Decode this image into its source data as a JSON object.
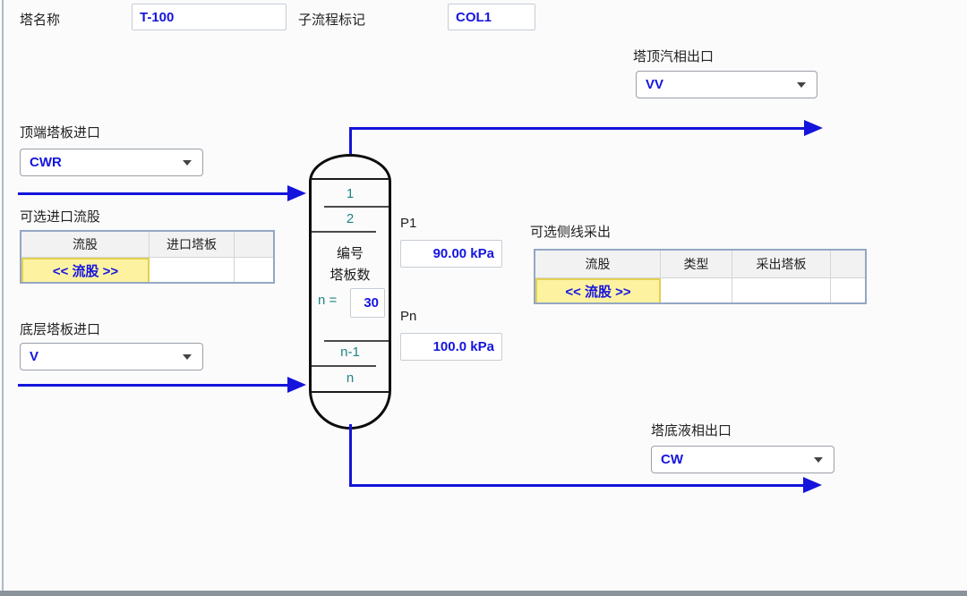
{
  "header": {
    "name_label": "塔名称",
    "name_value": "T-100",
    "flowsheet_label": "子流程标记",
    "flowsheet_value": "COL1"
  },
  "top_outlet": {
    "label": "塔顶汽相出口",
    "value": "VV"
  },
  "top_inlet": {
    "label": "顶端塔板进口",
    "value": "CWR"
  },
  "bottom_inlet": {
    "label": "底层塔板进口",
    "value": "V"
  },
  "bottom_outlet": {
    "label": "塔底液相出口",
    "value": "CW"
  },
  "feed_table": {
    "label": "可选进口流股",
    "headers": [
      "流股",
      "进口塔板",
      ""
    ],
    "row": {
      "stream": "<< 流股 >>",
      "tray": "",
      "extra": ""
    }
  },
  "side_draw_table": {
    "label": "可选侧线采出",
    "headers": [
      "流股",
      "类型",
      "采出塔板",
      ""
    ],
    "row": {
      "stream": "<< 流股 >>",
      "type": "",
      "tray": "",
      "extra": ""
    }
  },
  "column": {
    "tray_top_1": "1",
    "tray_top_2": "2",
    "numbering_line1": "编号",
    "numbering_line2": "塔板数",
    "n_label": "n =",
    "n_value": "30",
    "tray_bottom_1": "n-1",
    "tray_bottom_2": "n"
  },
  "pressures": {
    "p1_label": "P1",
    "p1_value": "90.00 kPa",
    "pn_label": "Pn",
    "pn_value": "100.0 kPa"
  },
  "colors": {
    "stream_blue": "#1414dc",
    "value_blue": "#1414e0",
    "tray_teal": "#218383",
    "selected_cell_yellow": "#fdf2a0",
    "table_border": "#94a7c4"
  }
}
